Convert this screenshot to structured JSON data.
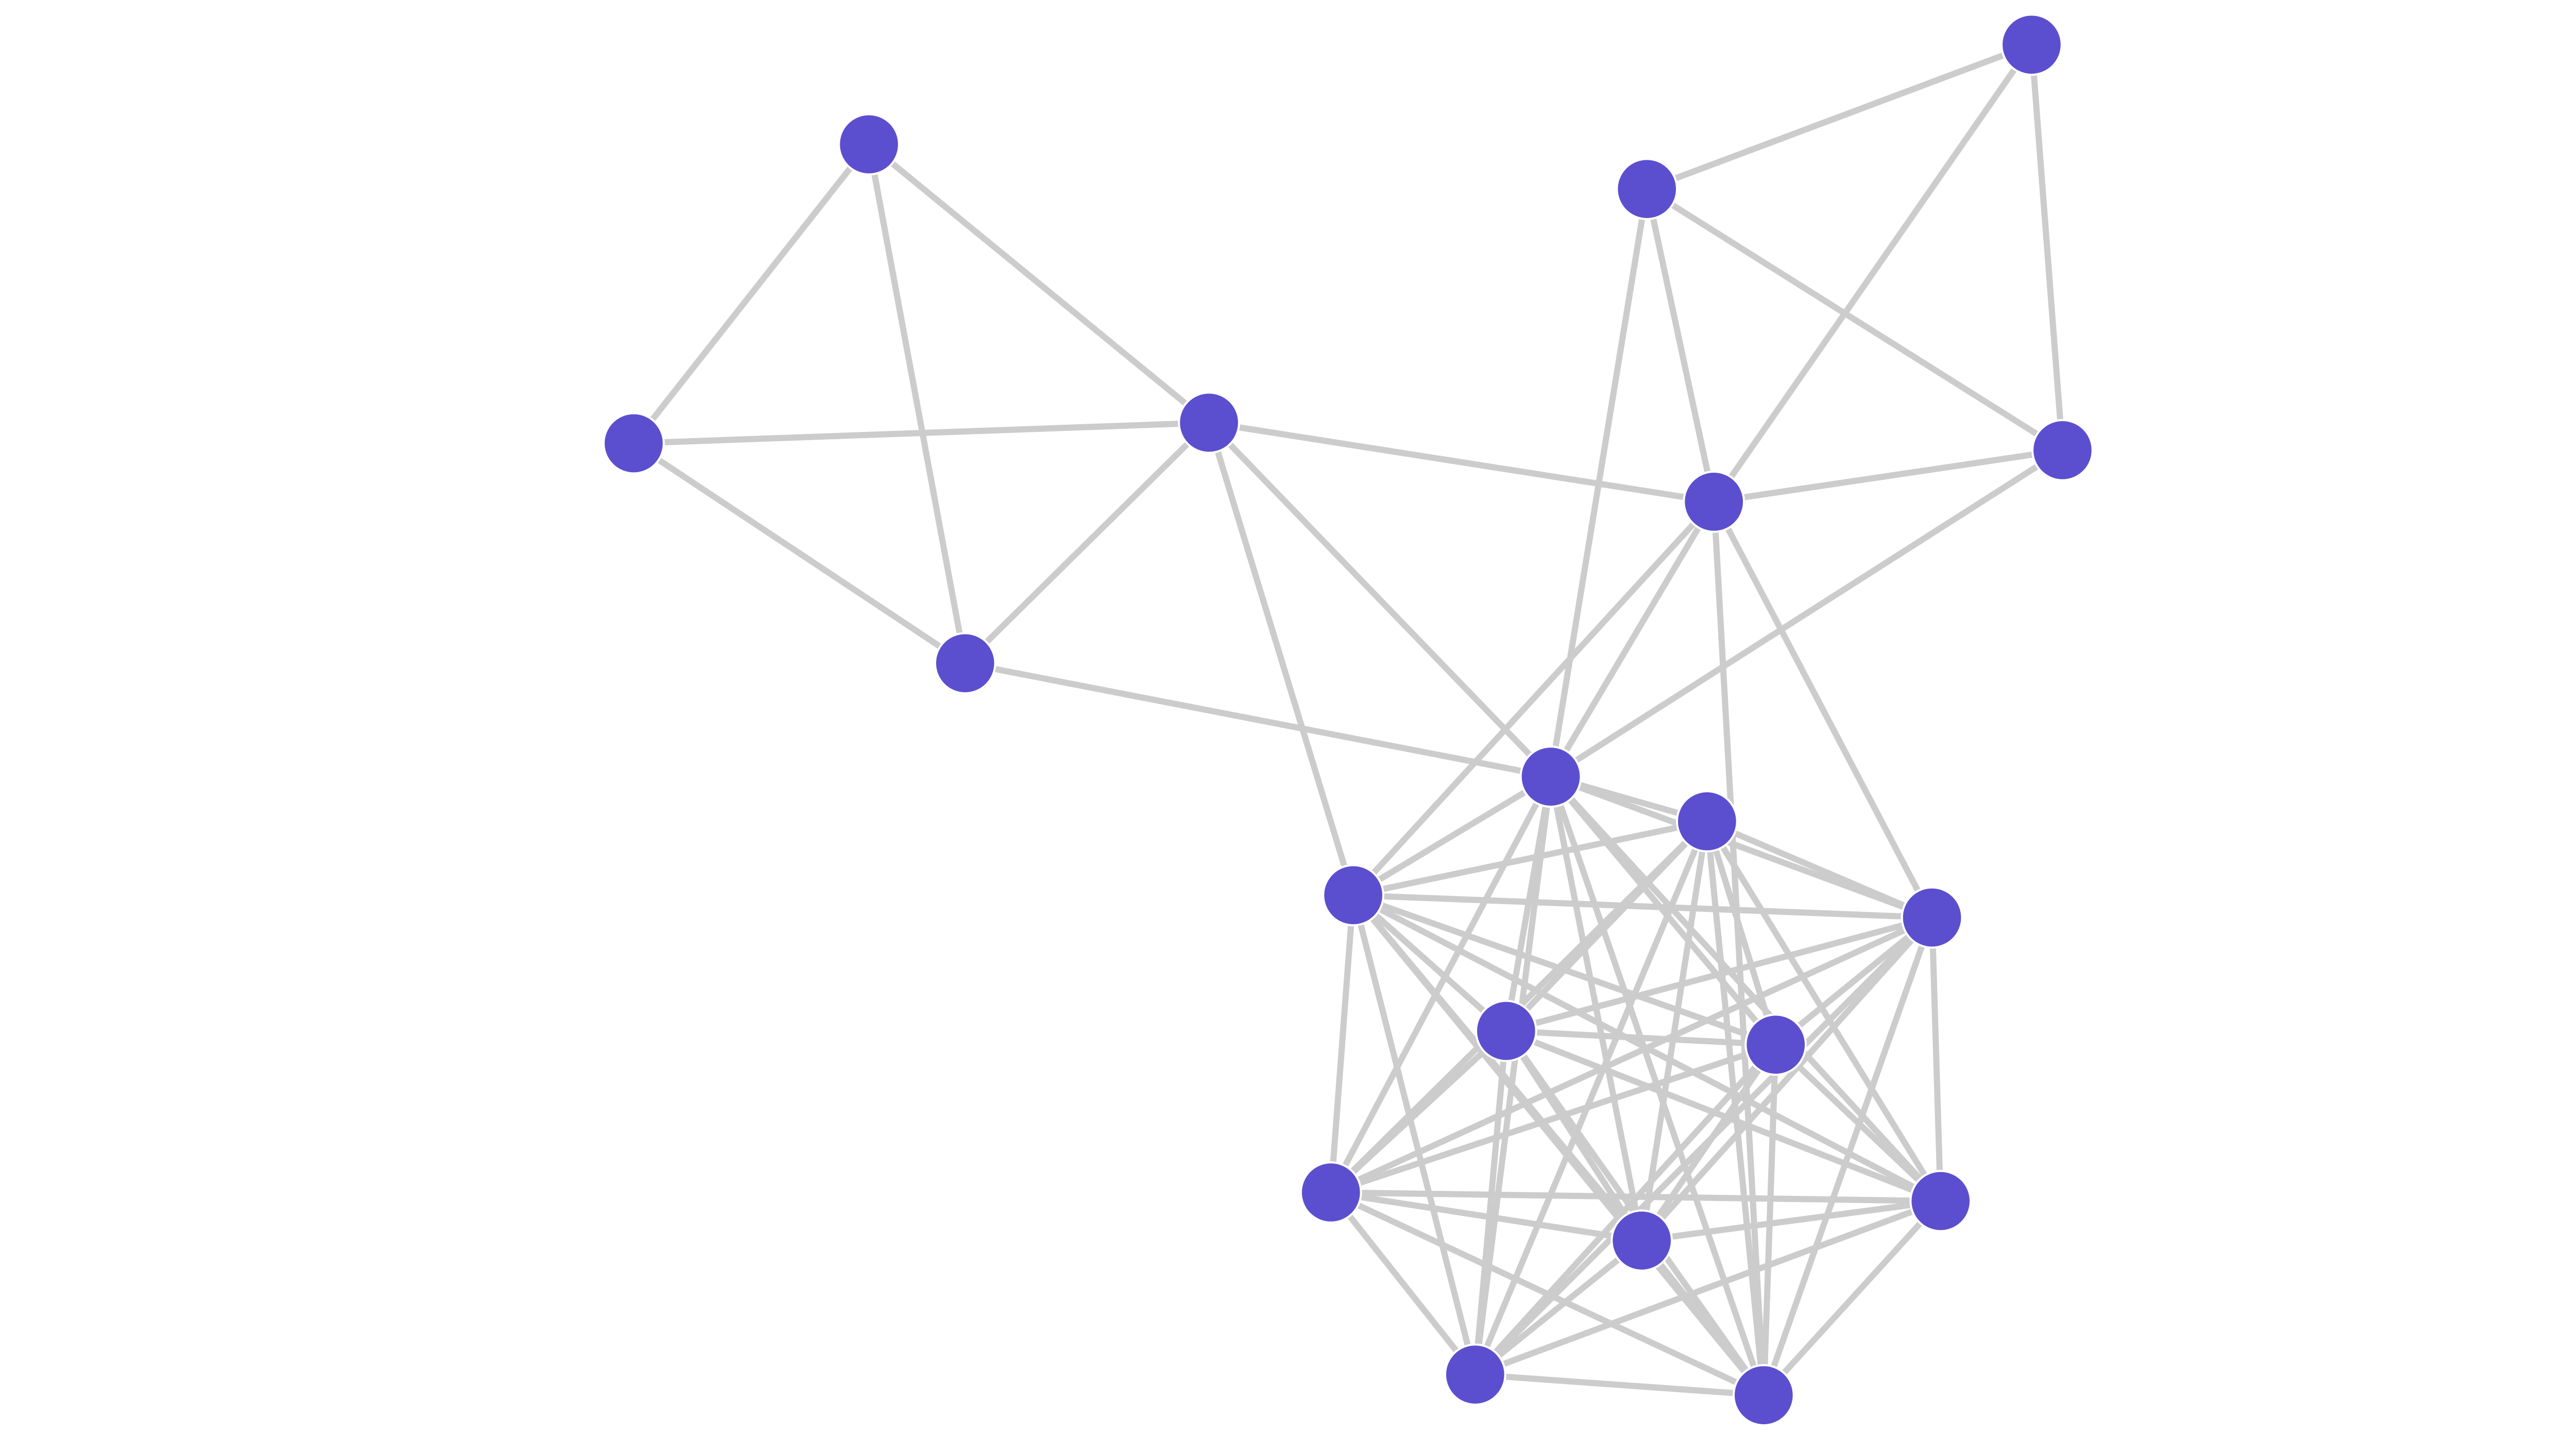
{
  "graph": {
    "node_color": "#5b4fcf",
    "edge_color": "#cccccc",
    "node_count": 19,
    "edges": [
      [
        0,
        1
      ],
      [
        0,
        2
      ],
      [
        0,
        3
      ],
      [
        1,
        2
      ],
      [
        1,
        3
      ],
      [
        2,
        3
      ],
      [
        2,
        7
      ],
      [
        2,
        8
      ],
      [
        2,
        10
      ],
      [
        3,
        8
      ],
      [
        4,
        5
      ],
      [
        4,
        6
      ],
      [
        4,
        7
      ],
      [
        4,
        8
      ],
      [
        5,
        6
      ],
      [
        5,
        7
      ],
      [
        6,
        7
      ],
      [
        6,
        8
      ],
      [
        7,
        8
      ],
      [
        7,
        10
      ],
      [
        7,
        11
      ],
      [
        7,
        18
      ],
      [
        8,
        9
      ],
      [
        8,
        10
      ],
      [
        8,
        11
      ],
      [
        8,
        12
      ],
      [
        8,
        13
      ],
      [
        8,
        14
      ],
      [
        8,
        15
      ],
      [
        8,
        16
      ],
      [
        8,
        17
      ],
      [
        8,
        18
      ],
      [
        9,
        10
      ],
      [
        9,
        11
      ],
      [
        9,
        12
      ],
      [
        9,
        13
      ],
      [
        9,
        14
      ],
      [
        9,
        15
      ],
      [
        9,
        16
      ],
      [
        9,
        17
      ],
      [
        9,
        18
      ],
      [
        10,
        11
      ],
      [
        10,
        12
      ],
      [
        10,
        13
      ],
      [
        10,
        14
      ],
      [
        10,
        15
      ],
      [
        10,
        16
      ],
      [
        10,
        17
      ],
      [
        10,
        18
      ],
      [
        11,
        12
      ],
      [
        11,
        13
      ],
      [
        11,
        14
      ],
      [
        11,
        15
      ],
      [
        11,
        16
      ],
      [
        11,
        17
      ],
      [
        11,
        18
      ],
      [
        12,
        13
      ],
      [
        12,
        14
      ],
      [
        12,
        15
      ],
      [
        12,
        16
      ],
      [
        12,
        17
      ],
      [
        12,
        18
      ],
      [
        13,
        14
      ],
      [
        13,
        15
      ],
      [
        13,
        16
      ],
      [
        13,
        17
      ],
      [
        13,
        18
      ],
      [
        14,
        15
      ],
      [
        14,
        16
      ],
      [
        14,
        17
      ],
      [
        14,
        18
      ],
      [
        15,
        16
      ],
      [
        15,
        17
      ],
      [
        15,
        18
      ],
      [
        16,
        17
      ],
      [
        16,
        18
      ],
      [
        17,
        18
      ]
    ]
  }
}
